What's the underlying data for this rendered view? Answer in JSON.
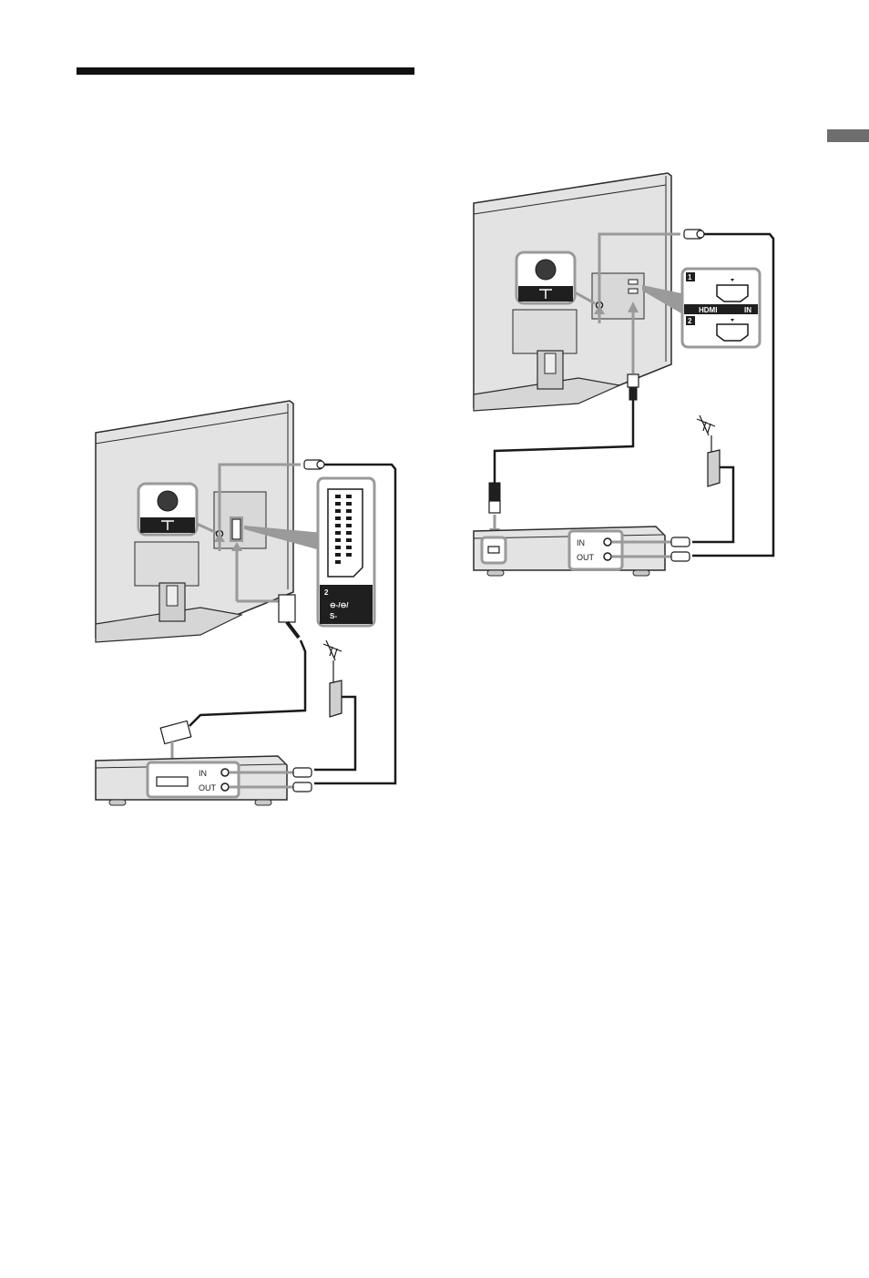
{
  "labels": {
    "in": "IN",
    "out": "OUT",
    "scart_number": "2",
    "scart_sub": "S-",
    "hdmi_port_1": "1",
    "hdmi_port_2": "2",
    "hdmi_logo": "HDMI",
    "hdmi_in": "IN"
  },
  "colors": {
    "device_fill": "#e3e3e3",
    "device_stroke": "#2b2b2b",
    "highlight": "#9a9a9a",
    "dark": "#1f1f1f"
  },
  "icons": [
    "antenna-terminal-icon",
    "scart-connector-icon",
    "hdmi-connector-icon",
    "aerial-icon",
    "coaxial-plug-icon"
  ]
}
